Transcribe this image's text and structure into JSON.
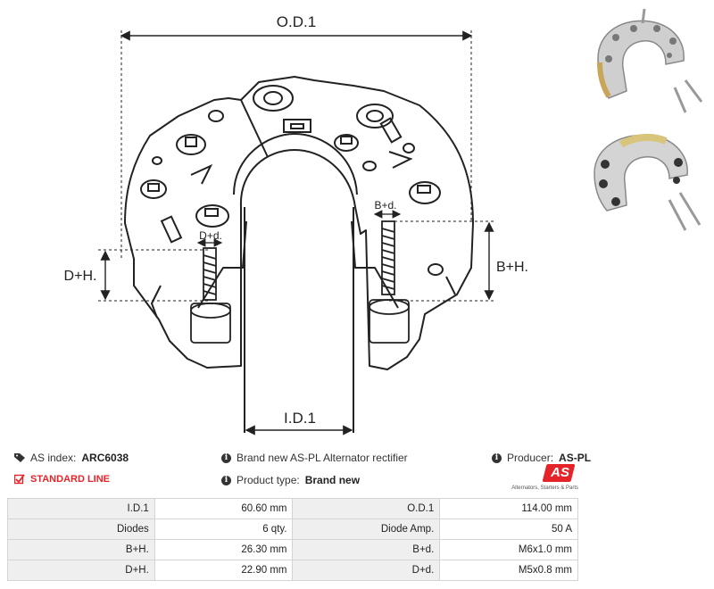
{
  "drawing": {
    "od_label": "O.D.1",
    "id_label": "I.D.1",
    "dh_label": "D+H.",
    "bh_label": "B+H.",
    "dd_label": "D+d.",
    "bd_label": "B+d."
  },
  "info": {
    "as_index_label": "AS index:",
    "as_index_value": "ARC6038",
    "description": "Brand new AS-PL Alternator rectifier",
    "producer_label": "Producer:",
    "producer_value": "AS-PL",
    "standard_line": "STANDARD LINE",
    "product_type_label": "Product type:",
    "product_type_value": "Brand new",
    "logo_text": "AS",
    "logo_tagline": "Alternators, Starters & Parts"
  },
  "specs": [
    {
      "label_left": "I.D.1",
      "value_left": "60.60 mm",
      "label_right": "O.D.1",
      "value_right": "114.00 mm"
    },
    {
      "label_left": "Diodes",
      "value_left": "6 qty.",
      "label_right": "Diode Amp.",
      "value_right": "50 A"
    },
    {
      "label_left": "B+H.",
      "value_left": "26.30 mm",
      "label_right": "B+d.",
      "value_right": "M6x1.0 mm"
    },
    {
      "label_left": "D+H.",
      "value_left": "22.90 mm",
      "label_right": "D+d.",
      "value_right": "M5x0.8 mm"
    }
  ],
  "colors": {
    "accent_red": "#e5242a",
    "table_label_bg": "#efefef",
    "table_border": "#d4d4d4"
  }
}
